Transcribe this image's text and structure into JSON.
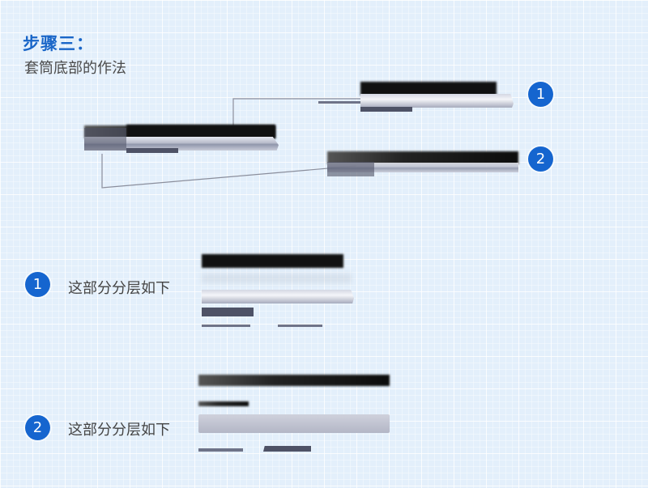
{
  "heading": {
    "title": "步骤三：",
    "subtitle": "套筒底部的作法"
  },
  "badges": {
    "one": "1",
    "two": "2"
  },
  "sections": [
    {
      "number": "1",
      "label": "这部分分层如下"
    },
    {
      "number": "2",
      "label": "这部分分层如下"
    }
  ],
  "colors": {
    "accent": "#1565cf",
    "title": "#1a66c8",
    "background": "#e3effb"
  }
}
